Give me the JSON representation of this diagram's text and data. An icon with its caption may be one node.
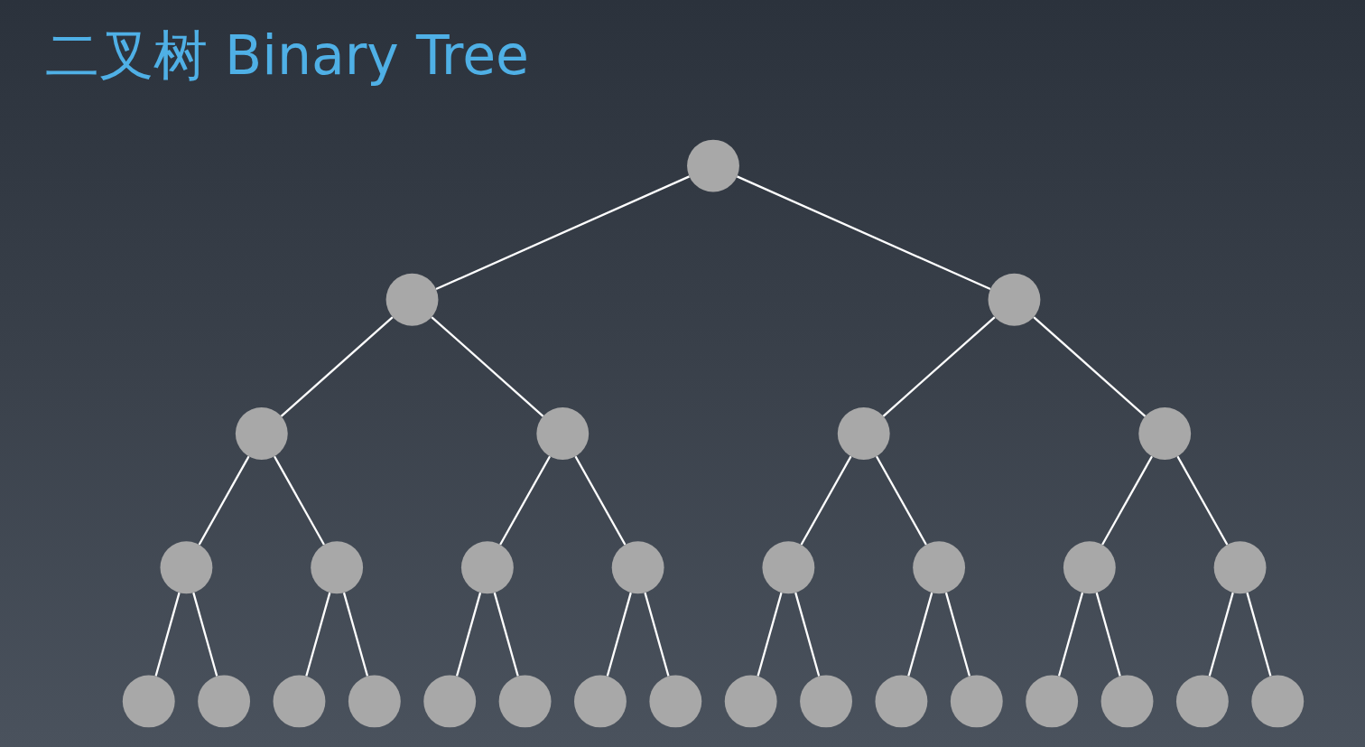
{
  "diagram": {
    "title": "二叉树 Binary Tree",
    "nodes": [
      {
        "text": [],
        "shape": "circle"
      },
      {
        "text": [],
        "shape": "circle"
      },
      {
        "text": [],
        "shape": "circle"
      },
      {
        "text": [],
        "shape": "circle"
      },
      {
        "text": [],
        "shape": "circle"
      },
      {
        "text": [],
        "shape": "circle"
      },
      {
        "text": [],
        "shape": "circle"
      },
      {
        "text": [],
        "shape": "circle"
      },
      {
        "text": [],
        "shape": "circle"
      },
      {
        "text": [],
        "shape": "circle"
      },
      {
        "text": [],
        "shape": "circle"
      },
      {
        "text": [],
        "shape": "circle"
      },
      {
        "text": [],
        "shape": "circle"
      },
      {
        "text": [],
        "shape": "circle"
      },
      {
        "text": [],
        "shape": "circle"
      },
      {
        "text": [],
        "shape": "circle"
      },
      {
        "text": [],
        "shape": "circle"
      },
      {
        "text": [],
        "shape": "circle"
      },
      {
        "text": [],
        "shape": "circle"
      },
      {
        "text": [],
        "shape": "circle"
      },
      {
        "text": [],
        "shape": "circle"
      },
      {
        "text": [],
        "shape": "circle"
      },
      {
        "text": [],
        "shape": "circle"
      },
      {
        "text": [],
        "shape": "circle"
      },
      {
        "text": [],
        "shape": "circle"
      },
      {
        "text": [],
        "shape": "circle"
      },
      {
        "text": [],
        "shape": "circle"
      },
      {
        "text": [],
        "shape": "circle"
      },
      {
        "text": [],
        "shape": "circle"
      },
      {
        "text": [],
        "shape": "circle"
      },
      {
        "text": [],
        "shape": "circle"
      }
    ],
    "edges": [
      {
        "from": 0,
        "to": 1,
        "arrow": "none"
      },
      {
        "from": 0,
        "to": 2,
        "arrow": "none"
      },
      {
        "from": 1,
        "to": 3,
        "arrow": "none"
      },
      {
        "from": 1,
        "to": 4,
        "arrow": "none"
      },
      {
        "from": 2,
        "to": 5,
        "arrow": "none"
      },
      {
        "from": 2,
        "to": 6,
        "arrow": "none"
      },
      {
        "from": 3,
        "to": 7,
        "arrow": "none"
      },
      {
        "from": 3,
        "to": 8,
        "arrow": "none"
      },
      {
        "from": 4,
        "to": 9,
        "arrow": "none"
      },
      {
        "from": 4,
        "to": 10,
        "arrow": "none"
      },
      {
        "from": 5,
        "to": 11,
        "arrow": "none"
      },
      {
        "from": 5,
        "to": 12,
        "arrow": "none"
      },
      {
        "from": 6,
        "to": 13,
        "arrow": "none"
      },
      {
        "from": 6,
        "to": 14,
        "arrow": "none"
      },
      {
        "from": 7,
        "to": 15,
        "arrow": "none"
      },
      {
        "from": 7,
        "to": 16,
        "arrow": "none"
      },
      {
        "from": 8,
        "to": 17,
        "arrow": "none"
      },
      {
        "from": 8,
        "to": 18,
        "arrow": "none"
      },
      {
        "from": 9,
        "to": 19,
        "arrow": "none"
      },
      {
        "from": 9,
        "to": 20,
        "arrow": "none"
      },
      {
        "from": 10,
        "to": 21,
        "arrow": "none"
      },
      {
        "from": 10,
        "to": 22,
        "arrow": "none"
      },
      {
        "from": 11,
        "to": 23,
        "arrow": "none"
      },
      {
        "from": 11,
        "to": 24,
        "arrow": "none"
      },
      {
        "from": 12,
        "to": 25,
        "arrow": "none"
      },
      {
        "from": 12,
        "to": 26,
        "arrow": "none"
      },
      {
        "from": 13,
        "to": 27,
        "arrow": "none"
      },
      {
        "from": 13,
        "to": 28,
        "arrow": "none"
      },
      {
        "from": 14,
        "to": 29,
        "arrow": "none"
      },
      {
        "from": 14,
        "to": 30,
        "arrow": "none"
      }
    ]
  }
}
